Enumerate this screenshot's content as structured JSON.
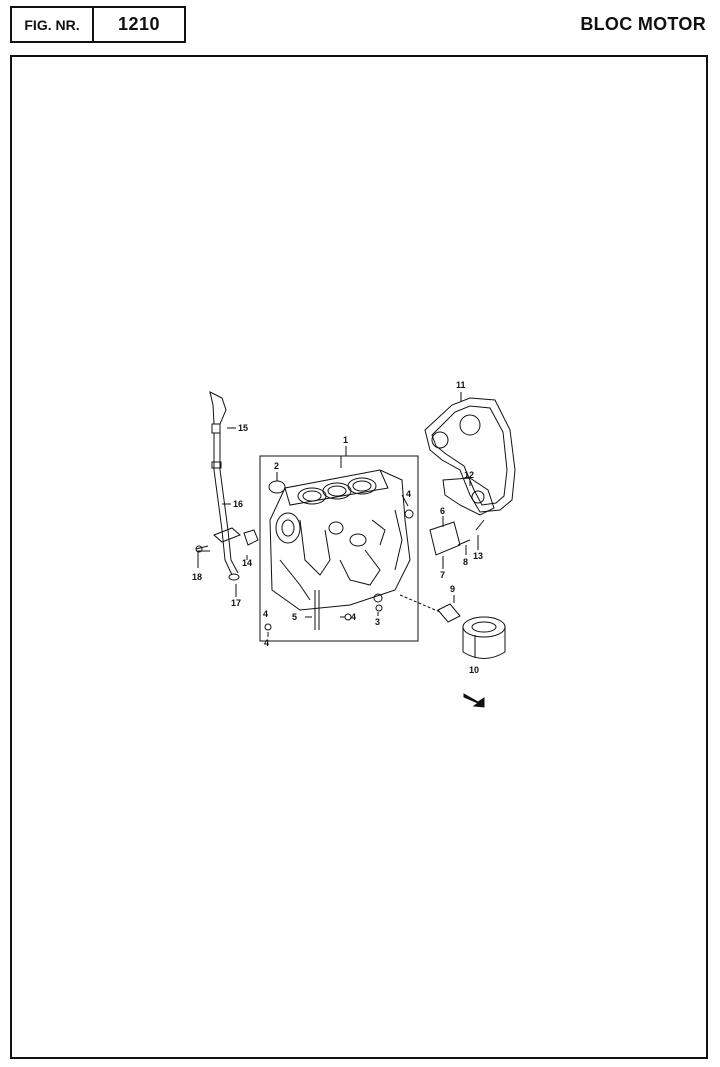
{
  "header": {
    "fig_label": "FIG. NR.",
    "fig_number": "1210",
    "title": "BLOC MOTOR"
  },
  "diagram": {
    "callouts": [
      "1",
      "2",
      "3",
      "4",
      "4",
      "4",
      "4",
      "5",
      "6",
      "7",
      "8",
      "9",
      "10",
      "11",
      "12",
      "13",
      "14",
      "15",
      "16",
      "17",
      "18"
    ]
  }
}
